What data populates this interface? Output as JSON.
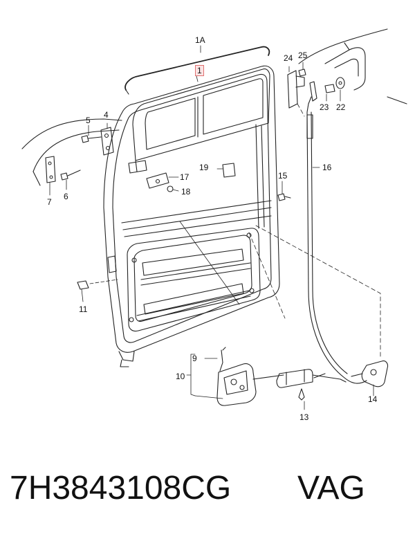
{
  "callouts": {
    "c1A": "1A",
    "c1": "1",
    "c4": "4",
    "c5": "5",
    "c6": "6",
    "c7": "7",
    "c9": "9",
    "c10": "10",
    "c11": "11",
    "c13": "13",
    "c14": "14",
    "c15": "15",
    "c16": "16",
    "c17": "17",
    "c18": "18",
    "c19": "19",
    "c22": "22",
    "c23": "23",
    "c24": "24",
    "c25": "25"
  },
  "footer": {
    "part_number": "7H3843108CG",
    "brand": "VAG"
  }
}
